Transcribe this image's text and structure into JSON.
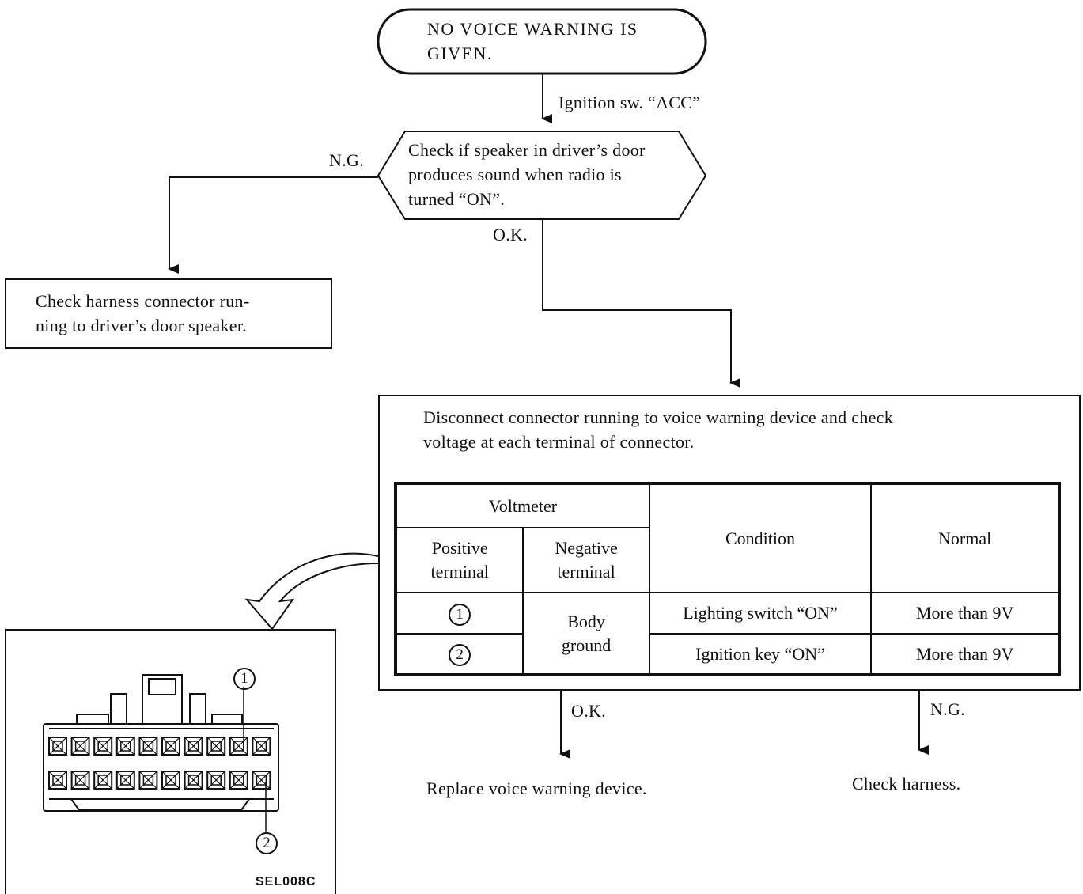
{
  "start": {
    "text": "NO VOICE WARNING IS\nGIVEN."
  },
  "step1_label": "Ignition sw. “ACC”",
  "decision": {
    "text": "Check if speaker in driver’s door\nproduces sound when radio is\nturned “ON”."
  },
  "ng1": "N.G.",
  "ok1": "O.K.",
  "harness_box": {
    "text": "Check harness connector run-\nning to driver’s door speaker."
  },
  "disconnect_box": {
    "text": "Disconnect connector running to voice warning device and check\nvoltage at each terminal of connector.",
    "table": {
      "voltmeter": "Voltmeter",
      "positive": "Positive\nterminal",
      "negative": "Negative\nterminal",
      "condition": "Condition",
      "normal": "Normal",
      "body_ground": "Body\nground",
      "rows": [
        {
          "terminal": "1",
          "condition": "Lighting switch “ON”",
          "normal": "More than 9V"
        },
        {
          "terminal": "2",
          "condition": "Ignition key “ON”",
          "normal": "More than 9V"
        }
      ]
    }
  },
  "ok2": "O.K.",
  "ng2": "N.G.",
  "replace": "Replace voice warning device.",
  "check_harness": "Check harness.",
  "connector": {
    "label1": "1",
    "label2": "2",
    "code": "SEL008C"
  }
}
